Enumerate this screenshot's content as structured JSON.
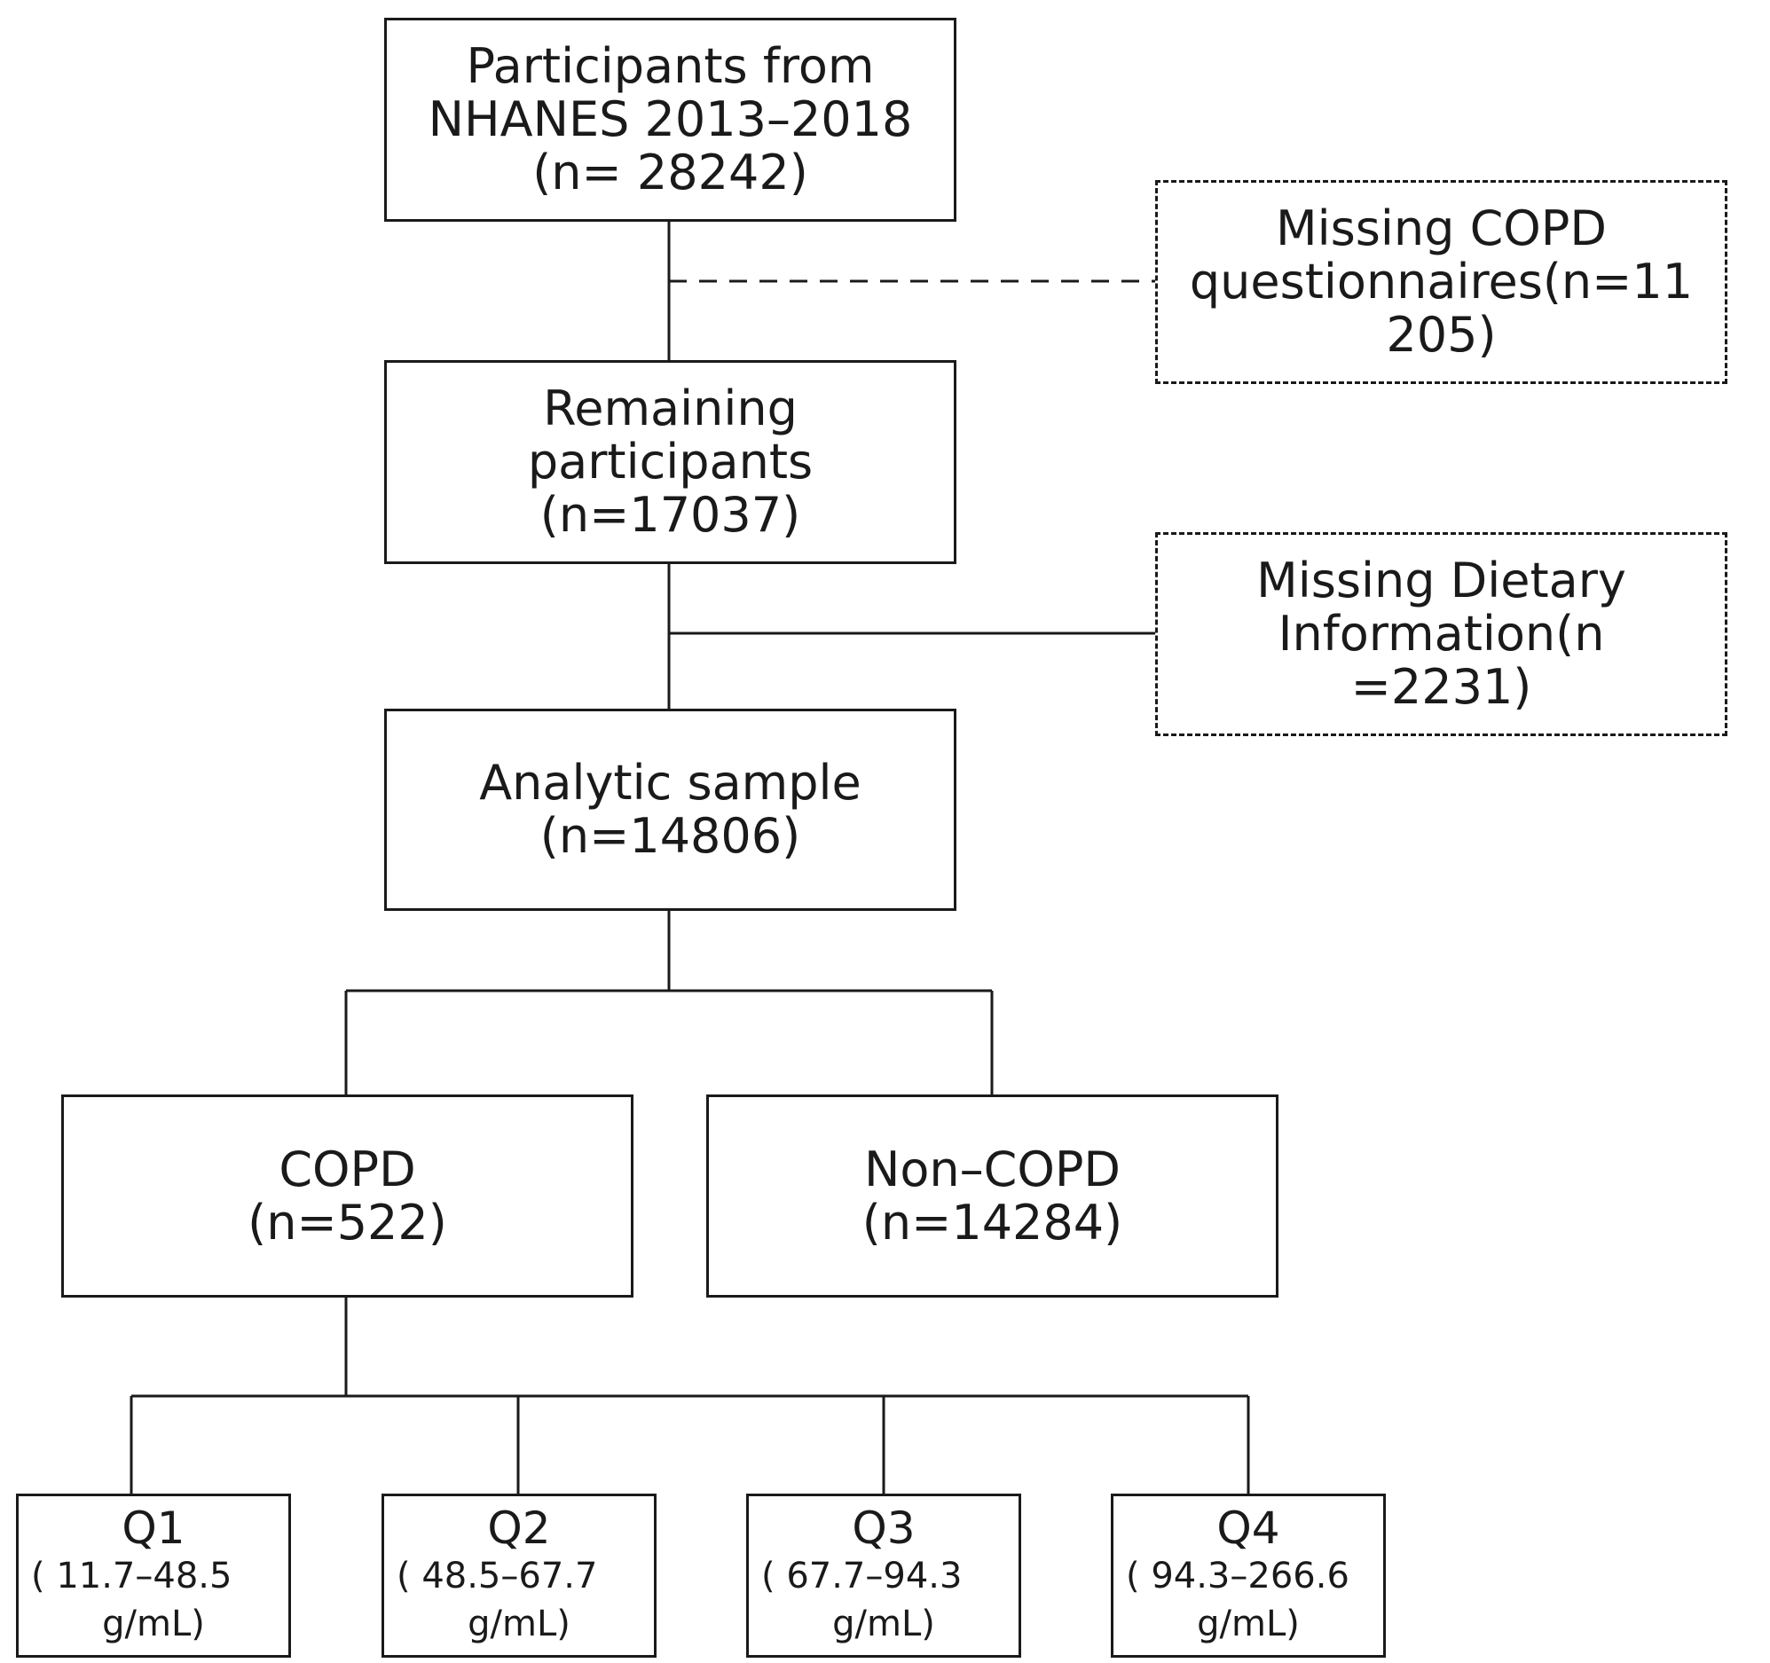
{
  "colors": {
    "stroke": "#1a1a1a",
    "background": "#ffffff"
  },
  "boxes": {
    "start": {
      "lines": [
        "Participants from",
        "NHANES 2013–2018",
        "(n= 28242)"
      ]
    },
    "excl1": {
      "lines": [
        "Missing COPD",
        "questionnaires(n=11",
        "205)"
      ]
    },
    "remaining": {
      "lines": [
        "Remaining",
        "participants",
        "(n=17037)"
      ]
    },
    "excl2": {
      "lines": [
        "Missing Dietary",
        "Information(n",
        "=2231)"
      ]
    },
    "analytic": {
      "lines": [
        "Analytic sample",
        "(n=14806)"
      ]
    },
    "copd": {
      "lines": [
        "COPD",
        "(n=522)"
      ]
    },
    "noncopd": {
      "lines": [
        "Non–COPD",
        "(n=14284)"
      ]
    },
    "q1": {
      "label": "Q1",
      "range": "( 11.7–48.5",
      "unit": "g/mL)"
    },
    "q2": {
      "label": "Q2",
      "range": "( 48.5–67.7",
      "unit": "g/mL)"
    },
    "q3": {
      "label": "Q3",
      "range": "( 67.7–94.3",
      "unit": "g/mL)"
    },
    "q4": {
      "label": "Q4",
      "range": "( 94.3–266.6",
      "unit": "g/mL)"
    }
  }
}
